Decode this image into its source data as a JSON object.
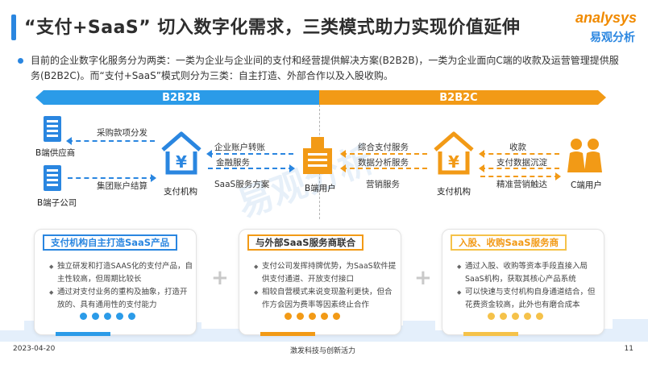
{
  "header": {
    "title": "“支付+SaaS” 切入数字化需求，三类模式助力实现价值延伸",
    "logo_top": "analysys",
    "logo_bottom": "易观分析"
  },
  "intro": "目前的企业数字化服务分为两类：一类为企业与企业间的支付和经营提供解决方案(B2B2B)，一类为企业面向C端的收款及运营管理提供服务(B2B2C)。而“支付+SaaS”模式则分为三类：自主打造、外部合作以及入股收购。",
  "ribbons": {
    "left": "B2B2B",
    "right": "B2B2C"
  },
  "nodes": {
    "supplier": "B端供应商",
    "subsidiary": "B端子公司",
    "payment_left": "支付机构",
    "b_user": "B端用户",
    "payment_right": "支付机构",
    "c_user": "C端用户"
  },
  "flows": {
    "purchase": "采购款项分发",
    "group_settlement": "集团账户结算",
    "corp_transfer": "企业账户转账",
    "financial": "金融服务",
    "saas_solution": "SaaS服务方案",
    "integrated_payment": "综合支付服务",
    "data_analysis": "数据分析服务",
    "marketing": "营销服务",
    "collection": "收款",
    "payment_data": "支付数据沉淀",
    "precision_marketing": "精准营销触达"
  },
  "watermark": "易观分析",
  "cards": [
    {
      "title": "支付机构自主打造SaaS产品",
      "items": [
        "独立研发和打造SAAS化的支付产品，自主性较高，但周期比较长",
        "通过对支付业务的重构及抽象，打造开放的、具有通用性的支付能力"
      ]
    },
    {
      "title": "与外部SaaS服务商联合",
      "items": [
        "支付公司发挥持牌优势，为SaaS软件提供支付通道、开放支付接口",
        "相较自营模式来说变现盈利更快，但合作方会因为费率等因素终止合作"
      ]
    },
    {
      "title": "入股、收购SaaS服务商",
      "items": [
        "通过入股、收购等资本手段直接入局SaaS机构，获取其核心产品系统",
        "可以快速与支付机构自身通道结合，但花费资金较高，此外也有磨合成本"
      ]
    }
  ],
  "footer": {
    "date": "2023-04-20",
    "center": "激发科技与创新活力",
    "page": "11"
  },
  "colors": {
    "blue": "#2a86e0",
    "light_blue": "#2b9be8",
    "orange": "#f29a16"
  }
}
